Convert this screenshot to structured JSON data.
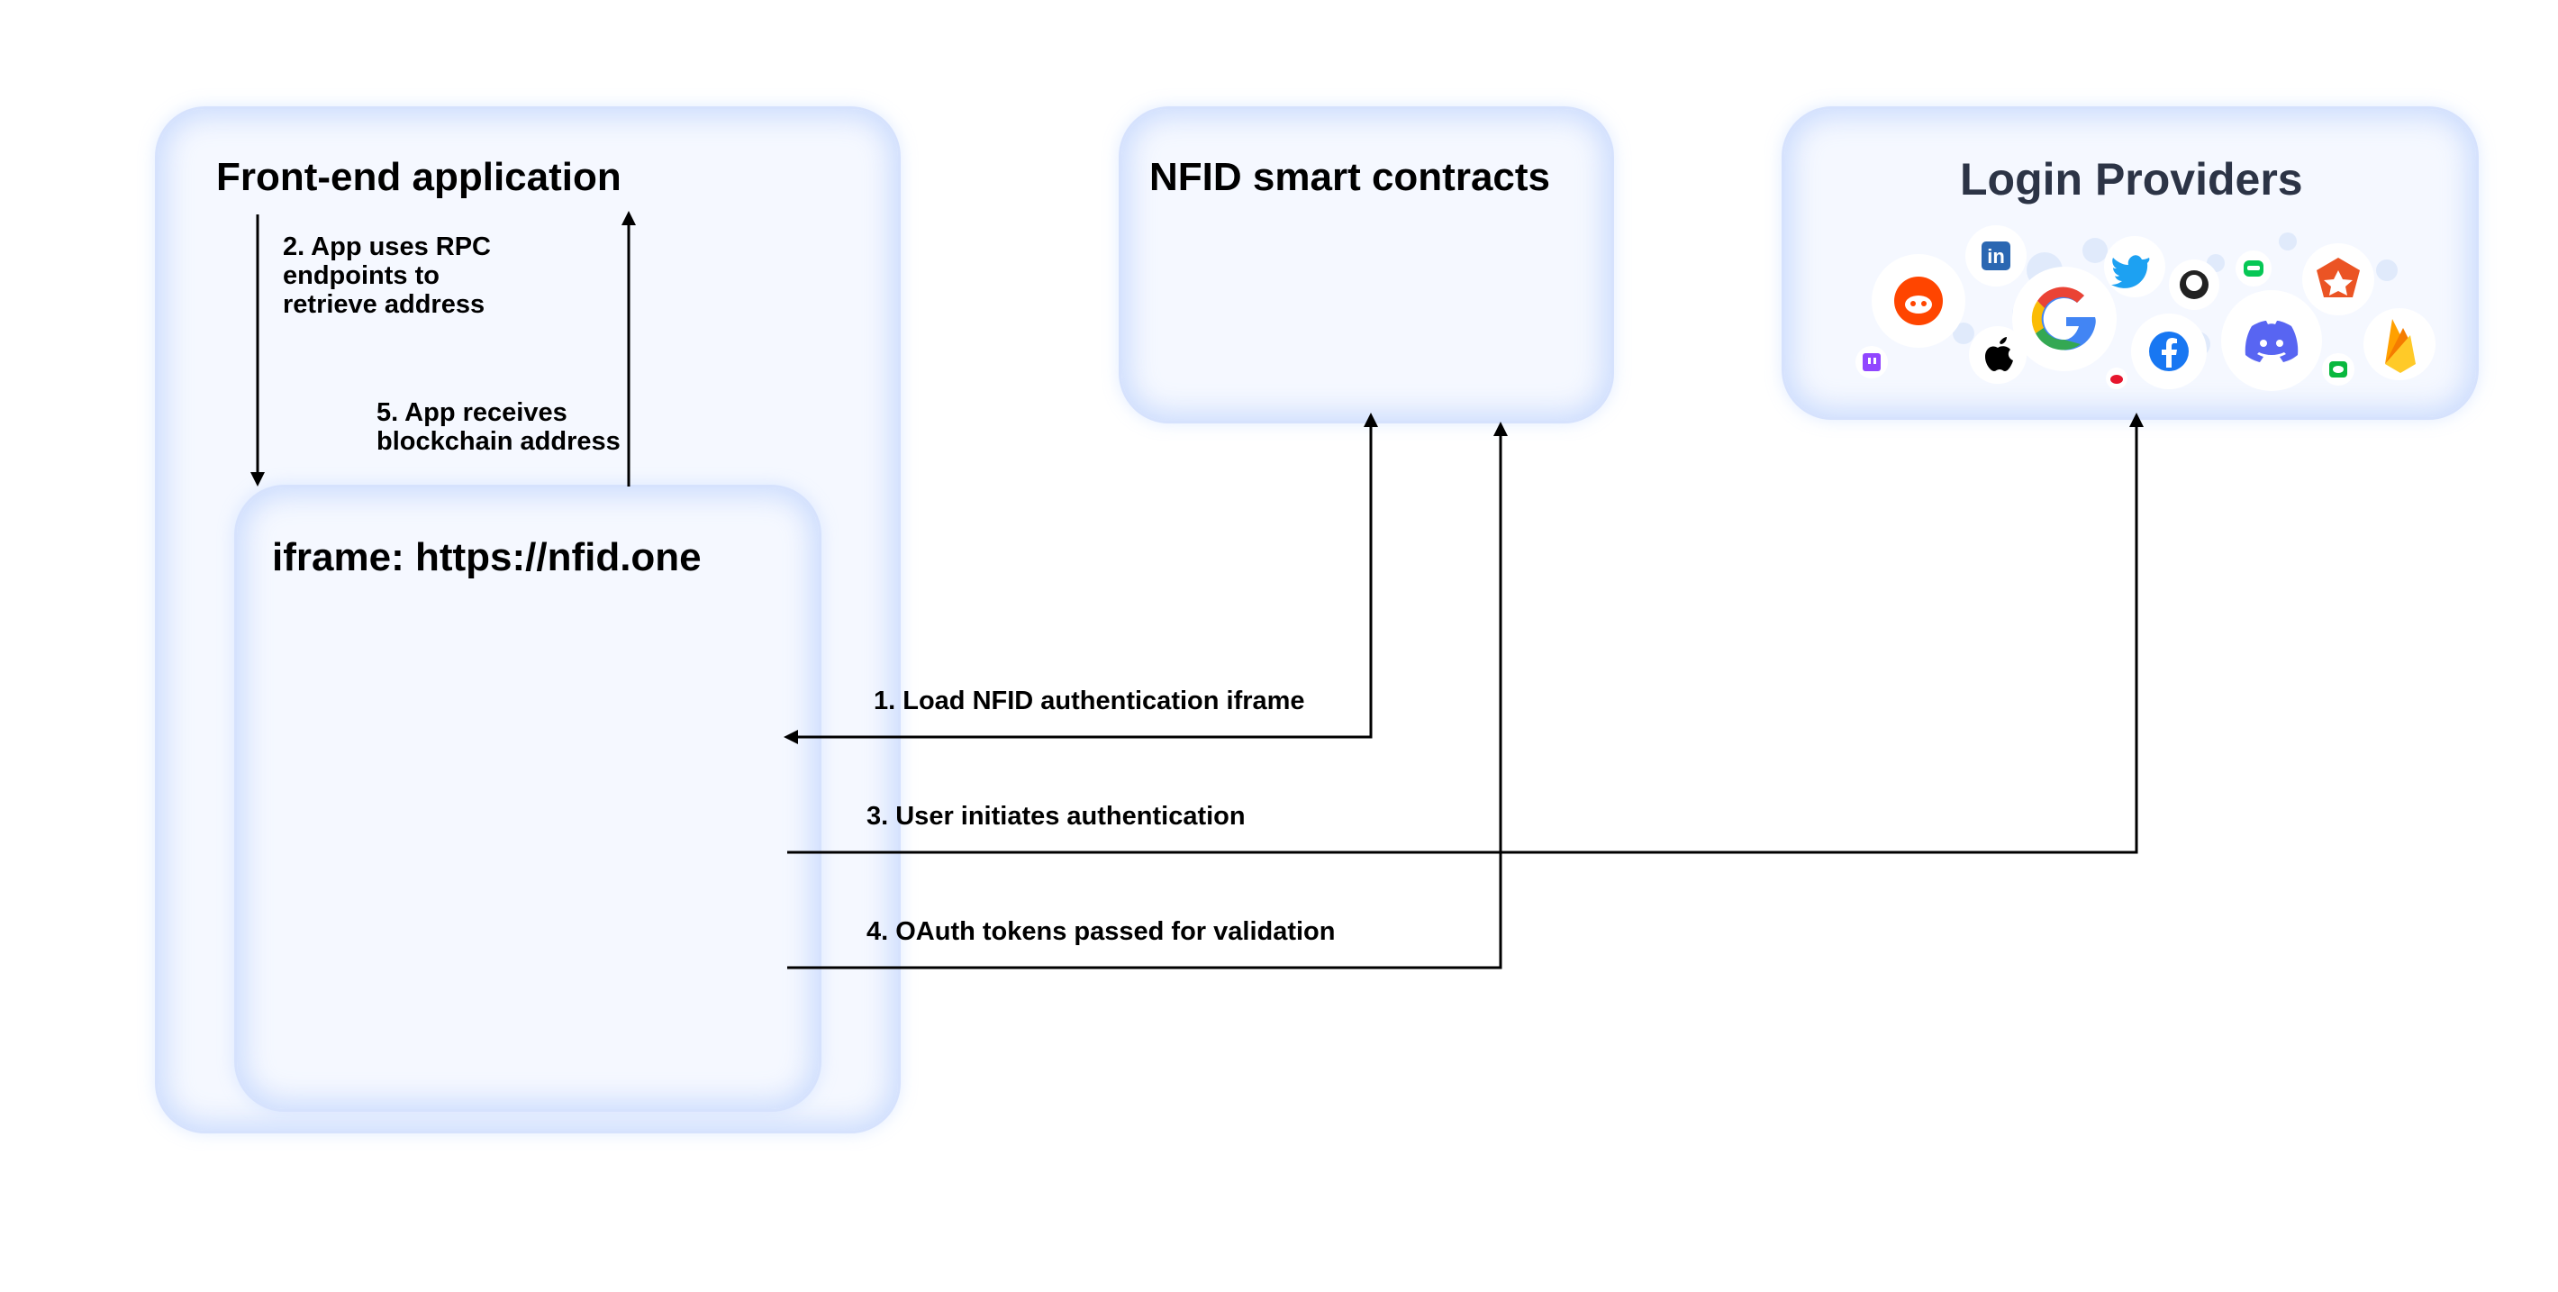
{
  "boxes": {
    "frontend_title": "Front-end application",
    "iframe_title": "iframe: https://nfid.one",
    "contracts_title": "NFID smart contracts",
    "providers_title": "Login Providers"
  },
  "steps": {
    "step1": "1. Load NFID authentication iframe",
    "step2_line1": "2. App uses RPC",
    "step2_line2": "endpoints to",
    "step2_line3": "retrieve address",
    "step3": "3. User initiates authentication",
    "step4": "4. OAuth tokens passed for validation",
    "step5_line1": "5. App receives",
    "step5_line2": "blockchain address"
  },
  "provider_icons": [
    "reddit-icon",
    "linkedin-icon",
    "google-icon",
    "twitter-icon",
    "github-icon",
    "line-icon",
    "auth0-icon",
    "twitch-icon",
    "apple-icon",
    "facebook-icon",
    "weibo-icon",
    "discord-icon",
    "wechat-icon",
    "firebase-icon"
  ],
  "colors": {
    "box_fill": "#f5f8ff",
    "box_border": "#d6e2fd",
    "providers_title": "#2c3446",
    "arrow": "#000000"
  }
}
